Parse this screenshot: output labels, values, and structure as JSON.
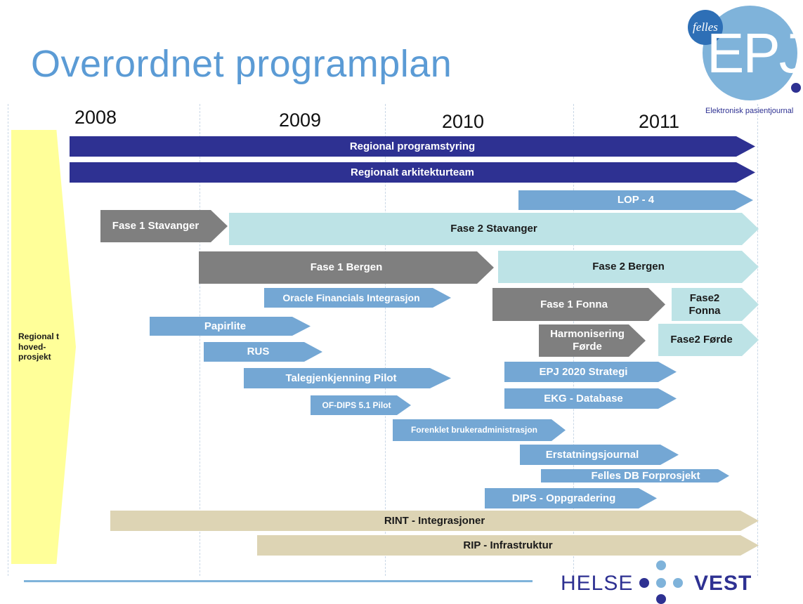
{
  "title": "Overordnet programplan",
  "years": [
    "2008",
    "2009",
    "2010",
    "2011"
  ],
  "side_label": "Regional t hoved-prosjekt",
  "bars": {
    "programstyring": "Regional programstyring",
    "arkitekturteam": "Regionalt arkitekturteam",
    "lop4": "LOP - 4",
    "fase1_stavanger": "Fase 1 Stavanger",
    "fase2_stavanger": "Fase 2 Stavanger",
    "fase1_bergen": "Fase 1 Bergen",
    "fase2_bergen": "Fase 2 Bergen",
    "oracle": "Oracle Financials Integrasjon",
    "fase1_fonna": "Fase 1 Fonna",
    "fase2_fonna": "Fase2 Fonna",
    "papirlite": "Papirlite",
    "harmonisering": "Harmonisering Førde",
    "fase2_forde": "Fase2 Førde",
    "rus": "RUS",
    "epj2020": "EPJ 2020 Strategi",
    "talegjenkjenning": "Talegjenkjenning Pilot",
    "ekg": "EKG - Database",
    "ofdips": "OF-DIPS 5.1 Pilot",
    "forenklet": "Forenklet brukeradministrasjon",
    "erstatning": "Erstatningsjournal",
    "fellesdb": "Felles DB Forprosjekt",
    "dips": "DIPS - Oppgradering",
    "rint": "RINT - Integrasjoner",
    "rip": "RIP - Infrastruktur"
  },
  "logo": {
    "felles": "felles",
    "epj": "EPJ",
    "subtitle": "Elektronisk pasientjournal"
  },
  "footer_logo": {
    "left": "HELSE",
    "right": "VEST"
  },
  "colors": {
    "navy": "#2e3192",
    "medium_blue": "#74a7d4",
    "light_teal": "#bde3e6",
    "grey": "#7f7f7f",
    "tan": "#ddd4b4",
    "yellow": "#ffff99",
    "title_blue": "#5b9bd5"
  }
}
